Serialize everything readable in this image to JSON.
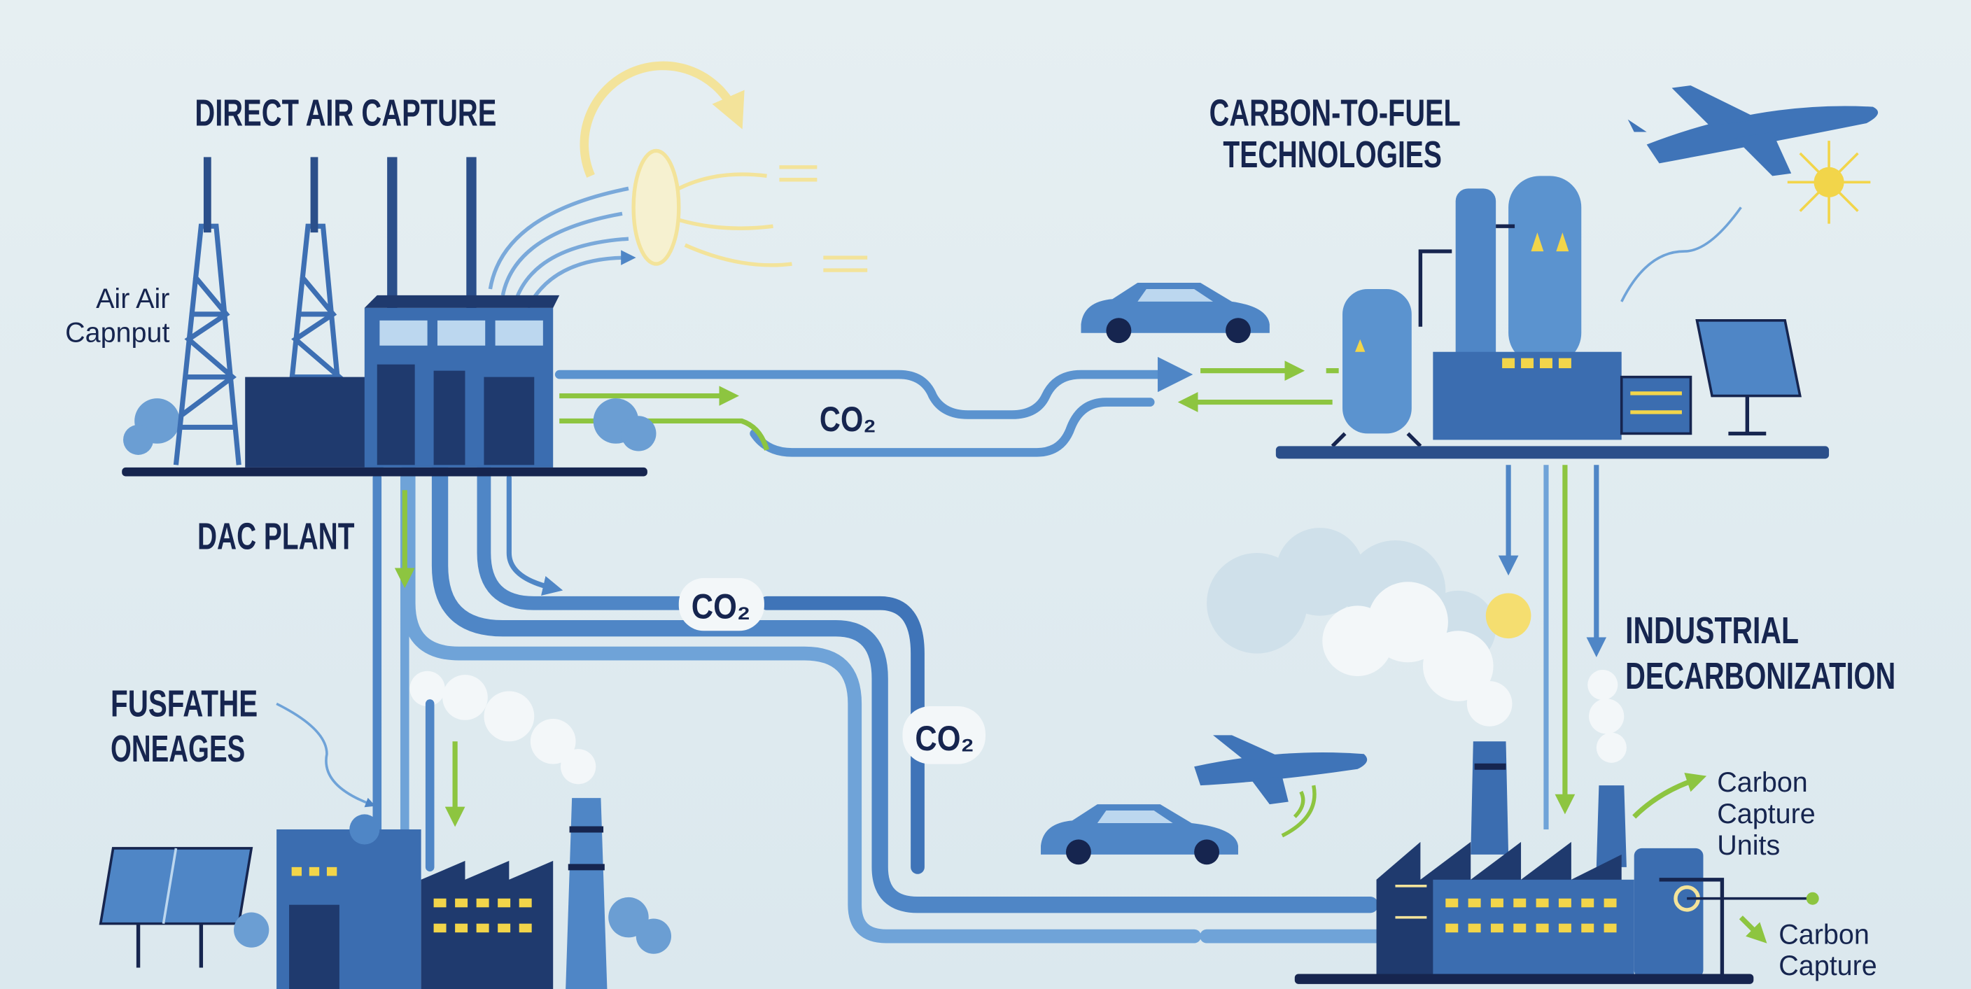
{
  "labels": {
    "direct_air_capture": "DIRECT AIR CAPTURE",
    "air_input_line1": "Air Air",
    "air_input_line2": "Capnput",
    "dac_plant": "DAC PLANT",
    "fusfathe_line1": "FUSFATHE",
    "fusfathe_line2": "ONEAGES",
    "carbon_to_fuel_line1": "CARBON-TO-FUEL",
    "carbon_to_fuel_line2": "TECHNOLOGIES",
    "industrial_line1": "INDUSTRIAL",
    "industrial_line2": "DECARBONIZATION",
    "ccu_line1": "Carbon",
    "ccu_line2": "Capture",
    "ccu_line3": "Units",
    "cc_line1": "Carbon",
    "cc_line2": "Capture"
  },
  "flows": [
    {
      "label": "CO₂"
    },
    {
      "label": "CO₂"
    },
    {
      "label": "CO₂"
    }
  ],
  "colors": {
    "background": "#e3edf0",
    "navy": "#16254f",
    "pipe_blue": "#4f86c6",
    "building_blue": "#3b6db0",
    "accent_green": "#8dc540",
    "sun_yellow": "#f2d54a"
  }
}
